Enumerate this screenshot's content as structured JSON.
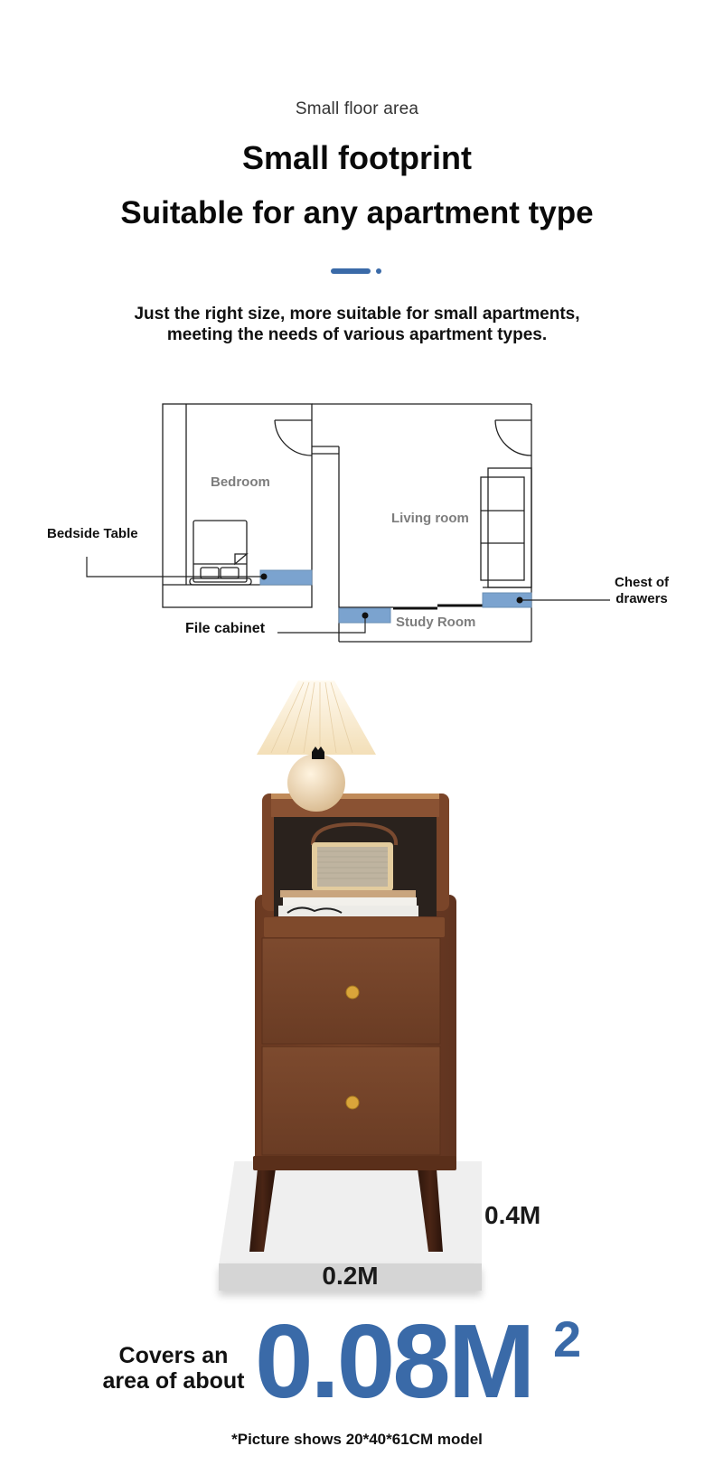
{
  "header": {
    "eyebrow": "Small floor area",
    "title": "Small footprint",
    "subtitle": "Suitable for any apartment type"
  },
  "intro": {
    "line1": "Just the right size, more suitable for small apartments,",
    "line2": "meeting the needs of various apartment types."
  },
  "floor_plan": {
    "rooms": [
      "Bedroom",
      "Living room",
      "Study Room"
    ],
    "callouts": {
      "bedside_table": "Bedside Table",
      "file_cabinet": "File cabinet",
      "chest_line1": "Chest of",
      "chest_line2": "drawers"
    },
    "highlight_color": "#7ba3cf"
  },
  "product": {
    "image_alt": "Walnut-brown two-drawer nightstand with pleated lamp, radio and books",
    "width_label": "0.2M",
    "depth_label": "0.4M"
  },
  "area": {
    "prefix_line1": "Covers an",
    "prefix_line2": "area of about",
    "value": "0.08M",
    "exponent": "2",
    "accent_color": "#3a6aa8"
  },
  "footnote": "*Picture shows 20*40*61CM model"
}
